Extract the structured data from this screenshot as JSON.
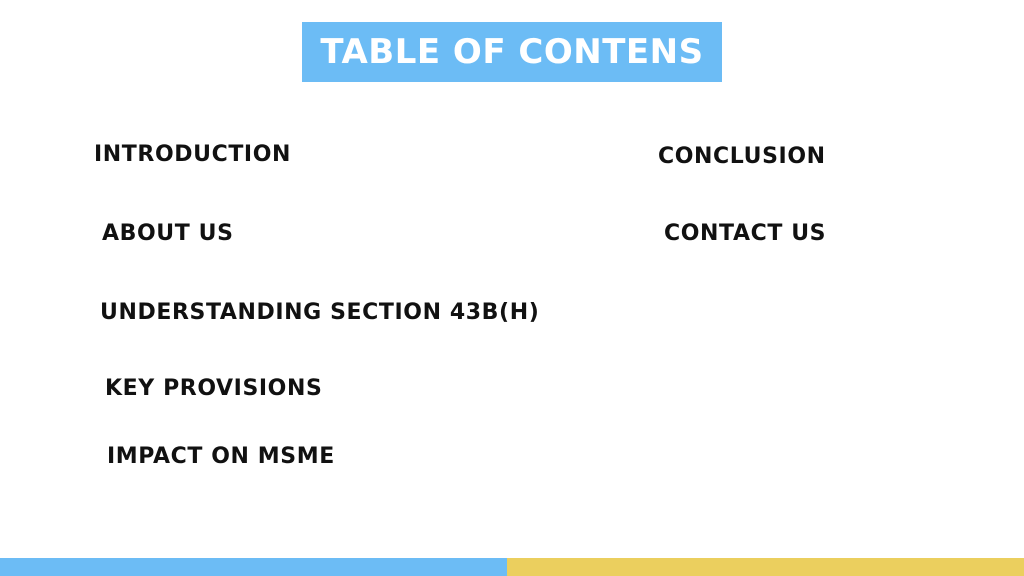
{
  "slide": {
    "title": "TABLE OF CONTENS",
    "left_items": [
      "INTRODUCTION",
      "ABOUT US",
      "UNDERSTANDING SECTION 43B(H)",
      "KEY PROVISIONS",
      "IMPACT ON MSME"
    ],
    "right_items": [
      "CONCLUSION",
      "CONTACT US"
    ]
  },
  "colors": {
    "title_background": "#6cbcf5",
    "bottom_bar_left": "#6cbcf5",
    "bottom_bar_right": "#ebcf5e",
    "text": "#111111"
  }
}
